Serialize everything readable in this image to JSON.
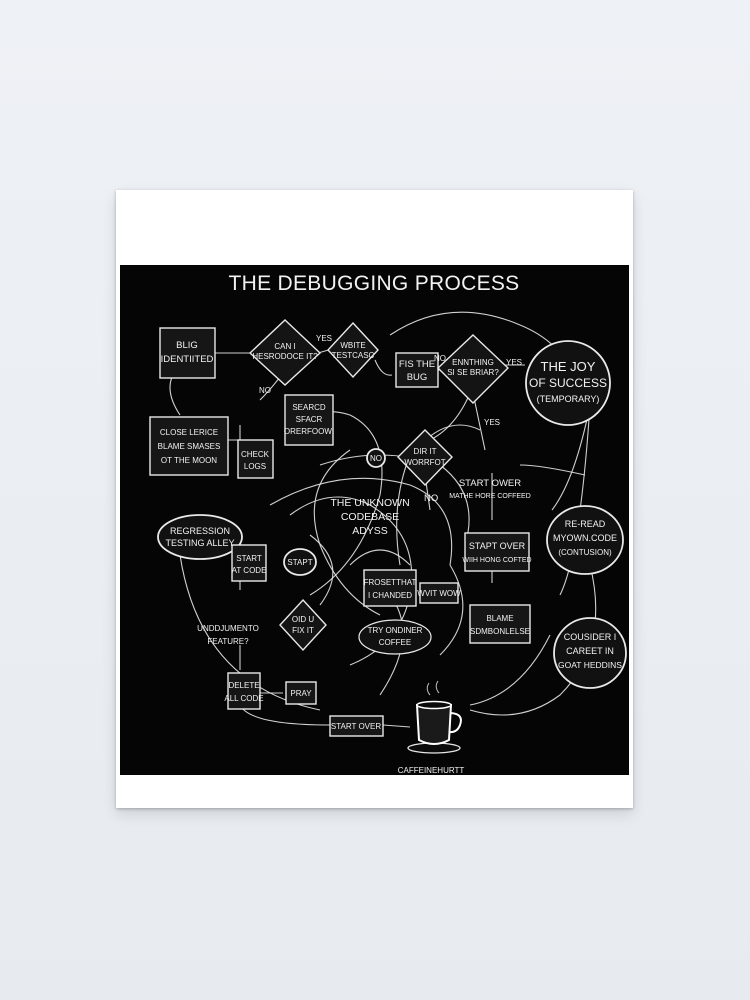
{
  "poster": {
    "title": "THE DEBUGGING PROCESS",
    "nodes": {
      "bug_identified": [
        "BLIG",
        "IDENTIITED"
      ],
      "can_reproduce": [
        "CAN I",
        "HESRODOCE IT?"
      ],
      "yes_1": "YES",
      "write_test": [
        "WBITE",
        "TESTCASC"
      ],
      "fix_bug": [
        "FIS THE",
        "BUG"
      ],
      "no_1": "NO",
      "anything_broke": [
        "ENNTHING",
        "SI SE BRIAR?"
      ],
      "yes_2": "YES",
      "joy": [
        "THE JOY",
        "OF SUCCESS",
        "(TEMPORARY)"
      ],
      "no_2": "NO",
      "search_stack": [
        "SEARCD",
        "SFACR",
        "ORERFOOW!"
      ],
      "close_blame": [
        "CLOSE LERICE",
        "BLAME SMASES",
        "OT THE MOON"
      ],
      "check_logs": [
        "CHECK",
        "LOGS"
      ],
      "yes_3": "YES",
      "no_3": "NO",
      "did_it_work": [
        "DIR IT",
        "WORRFOT"
      ],
      "start_over_coffee_1": [
        "START OWER",
        "MATHE HORE COFFEED"
      ],
      "unknown_codebase": [
        "THE UNKNOWN",
        "CODEBASE",
        "ADYSS"
      ],
      "no_4": "NO",
      "regression": [
        "REGRESSION",
        "TESTING ALLEY"
      ],
      "start_at_code": [
        "START",
        "AT CODE"
      ],
      "start_small": "STAPT",
      "forget_changed": [
        "FROSETTHAT",
        "I CHANDED"
      ],
      "wait_wow": "WVIT WOW",
      "start_over_coffee_2": [
        "STAPT OVER",
        "WIIH HONG COFTED"
      ],
      "reread_code": [
        "RE-READ",
        "MYOWN.CODE",
        "(CONTUSION)"
      ],
      "undocumented": [
        "UNDDJUMENTO",
        "FEATURE?"
      ],
      "did_u_fix": [
        "OID U",
        "FIX IT"
      ],
      "try_another_coffee": [
        "TRY ONDINER",
        "COFFEE"
      ],
      "blame_someone": [
        "BLAME",
        "SDMBONLELSE"
      ],
      "consider_career": [
        "COUSIDER I",
        "CAREET IN",
        "GOAT HEDDINS"
      ],
      "delete_code": [
        "DELETE",
        "ALL CODE"
      ],
      "pray": "PRAY",
      "start_over": "START OVER",
      "caffeine": "CAFFEINEHURTT"
    }
  }
}
